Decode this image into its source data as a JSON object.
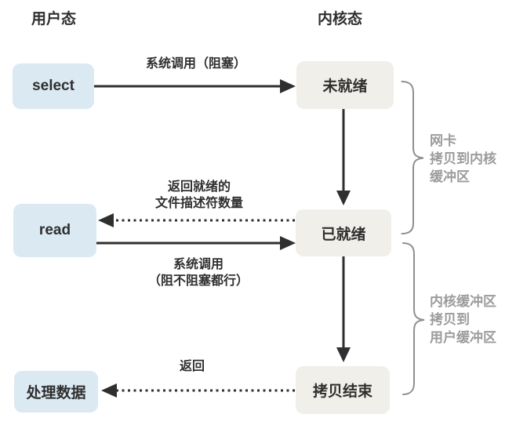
{
  "headers": {
    "user_mode": "用户态",
    "kernel_mode": "内核态"
  },
  "user_boxes": [
    {
      "label": "select"
    },
    {
      "label": "read"
    },
    {
      "label": "处理数据"
    }
  ],
  "kernel_boxes": [
    {
      "label": "未就绪"
    },
    {
      "label": "已就绪"
    },
    {
      "label": "拷贝结束"
    }
  ],
  "arrow_labels": {
    "syscall_blocking": {
      "lines": [
        "系统调用（阻塞）"
      ]
    },
    "return_ready": {
      "lines": [
        "返回就绪的",
        "文件描述符数量"
      ]
    },
    "syscall_any": {
      "lines": [
        "系统调用",
        "（阻不阻塞都行）"
      ]
    },
    "return_done": {
      "lines": [
        "返回"
      ]
    }
  },
  "brace_labels": {
    "nic_copy": {
      "lines": [
        "网卡",
        "拷贝到内核",
        "缓冲区"
      ]
    },
    "kernel_copy": {
      "lines": [
        "内核缓冲区",
        "拷贝到",
        "用户缓冲区"
      ]
    }
  },
  "colors": {
    "user_box_bg": "#dbe9f2",
    "kernel_box_bg": "#f0efe9",
    "line": "#2f2f2f",
    "muted_label": "#9b9b9b",
    "brace": "#8f8f8f",
    "background": "#ffffff"
  }
}
